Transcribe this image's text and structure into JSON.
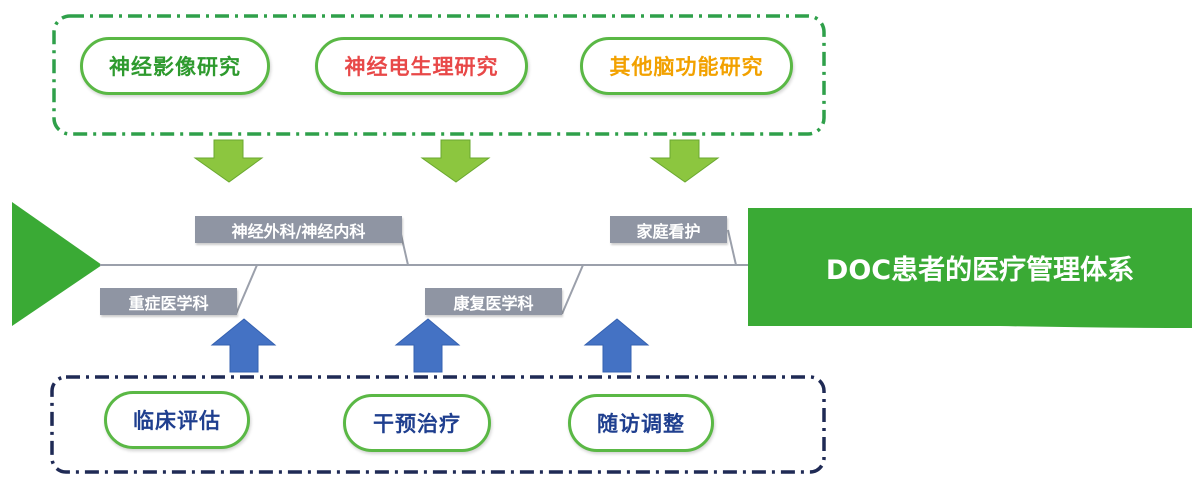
{
  "research": {
    "items": [
      {
        "label": "神经影像研究",
        "color": "#2e9a2e"
      },
      {
        "label": "神经电生理研究",
        "color": "#e84848"
      },
      {
        "label": "其他脑功能研究",
        "color": "#f2a100"
      }
    ]
  },
  "departments": {
    "upper": [
      "神经外科/神经内科",
      "家庭看护"
    ],
    "lower": [
      "重症医学科",
      "康复医学科"
    ]
  },
  "goal": "DOC患者的医疗管理体系",
  "process": {
    "items": [
      {
        "label": "临床评估",
        "color": "#1f3f8f"
      },
      {
        "label": "干预治疗",
        "color": "#1f3f8f"
      },
      {
        "label": "随访调整",
        "color": "#1f3f8f"
      }
    ]
  },
  "colors": {
    "green_accent": "#5ab845",
    "head_green": "#3aaa35",
    "down_arrow": "#8cc63f",
    "up_arrow": "#4472c4",
    "frame_navy": "#1f2a55",
    "label_gray": "#8f95a3"
  }
}
